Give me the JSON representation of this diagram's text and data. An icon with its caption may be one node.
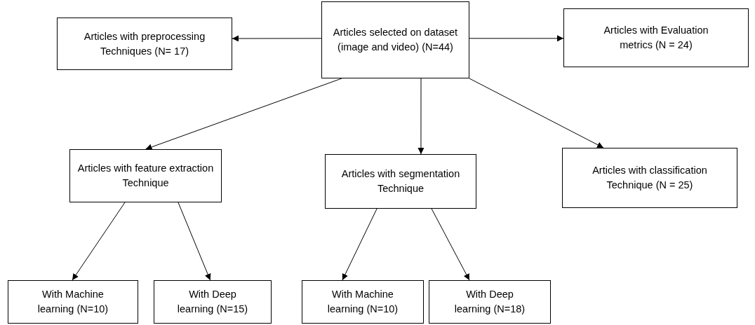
{
  "diagram": {
    "nodes": [
      {
        "text": [
          "Articles selected on dataset (image and video) (N=44)"
        ]
      },
      {
        "text": [
          "Articles with preprocessing Techniques (N= 17)"
        ]
      },
      {
        "text": [
          "Articles with Evaluation metrics (N = 24)"
        ]
      },
      {
        "text": [
          "Articles with feature extraction Technique"
        ]
      },
      {
        "text": [
          "Articles with segmentation Technique"
        ]
      },
      {
        "text": [
          "Articles with classification Technique (N = 25)"
        ]
      },
      {
        "text": [
          "With Machine learning (N=10)"
        ]
      },
      {
        "text": [
          "With Deep learning (N=15)"
        ]
      },
      {
        "text": [
          "With Machine learning (N=10)"
        ]
      },
      {
        "text": [
          "With Deep learning (N=18)"
        ]
      }
    ],
    "edges": [
      {
        "from": 0,
        "to": 1,
        "arrow": "to"
      },
      {
        "from": 0,
        "to": 2,
        "arrow": "to"
      },
      {
        "from": 0,
        "to": 3,
        "arrow": "to"
      },
      {
        "from": 0,
        "to": 4,
        "arrow": "to"
      },
      {
        "from": 0,
        "to": 5,
        "arrow": "to"
      },
      {
        "from": 3,
        "to": 6,
        "arrow": "to"
      },
      {
        "from": 3,
        "to": 7,
        "arrow": "to"
      },
      {
        "from": 4,
        "to": 8,
        "arrow": "to"
      },
      {
        "from": 4,
        "to": 9,
        "arrow": "to"
      }
    ]
  }
}
